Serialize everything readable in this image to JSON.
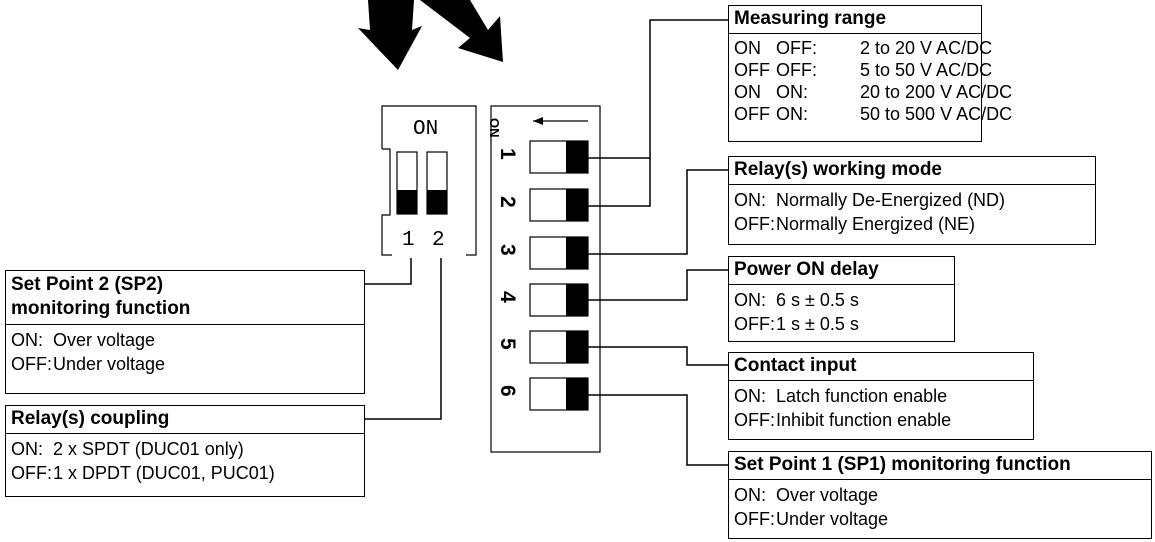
{
  "small_switch": {
    "on_label": "ON",
    "pos_labels": [
      "1",
      "2"
    ]
  },
  "dip_switch": {
    "on_label": "ON",
    "numbers": [
      "1",
      "2",
      "3",
      "4",
      "5",
      "6"
    ]
  },
  "measuring_range": {
    "title": "Measuring range",
    "rows": [
      {
        "s1": "ON",
        "s2": "OFF:",
        "val": "2 to 20 V AC/DC"
      },
      {
        "s1": "OFF",
        "s2": "OFF:",
        "val": "5 to 50 V AC/DC"
      },
      {
        "s1": "ON",
        "s2": "ON:",
        "val": "20 to 200 V AC/DC"
      },
      {
        "s1": "OFF",
        "s2": "ON:",
        "val": "50 to 500 V AC/DC"
      }
    ]
  },
  "relay_mode": {
    "title": "Relay(s) working mode",
    "rows": [
      {
        "k": "ON:",
        "v": "Normally De-Energized (ND)"
      },
      {
        "k": "OFF:",
        "v": "Normally Energized (NE)"
      }
    ]
  },
  "power_on_delay": {
    "title": "Power ON delay",
    "rows": [
      {
        "k": "ON:",
        "v": "6 s ± 0.5 s"
      },
      {
        "k": "OFF:",
        "v": "1 s ± 0.5 s"
      }
    ]
  },
  "contact_input": {
    "title": "Contact input",
    "rows": [
      {
        "k": "ON:",
        "v": "Latch function enable"
      },
      {
        "k": "OFF:",
        "v": "Inhibit function enable"
      }
    ]
  },
  "sp1": {
    "title": "Set Point 1 (SP1) monitoring function",
    "rows": [
      {
        "k": "ON:",
        "v": "Over voltage"
      },
      {
        "k": "OFF:",
        "v": "Under voltage"
      }
    ]
  },
  "sp2": {
    "title_line1": "Set Point 2 (SP2)",
    "title_line2": "monitoring function",
    "rows": [
      {
        "k": "ON:",
        "v": "Over voltage"
      },
      {
        "k": "OFF:",
        "v": "Under voltage"
      }
    ]
  },
  "relay_coupling": {
    "title": "Relay(s) coupling",
    "rows": [
      {
        "k": "ON:",
        "v": "2 x SPDT (DUC01 only)"
      },
      {
        "k": "OFF:",
        "v": "1 x DPDT (DUC01, PUC01)"
      }
    ]
  }
}
